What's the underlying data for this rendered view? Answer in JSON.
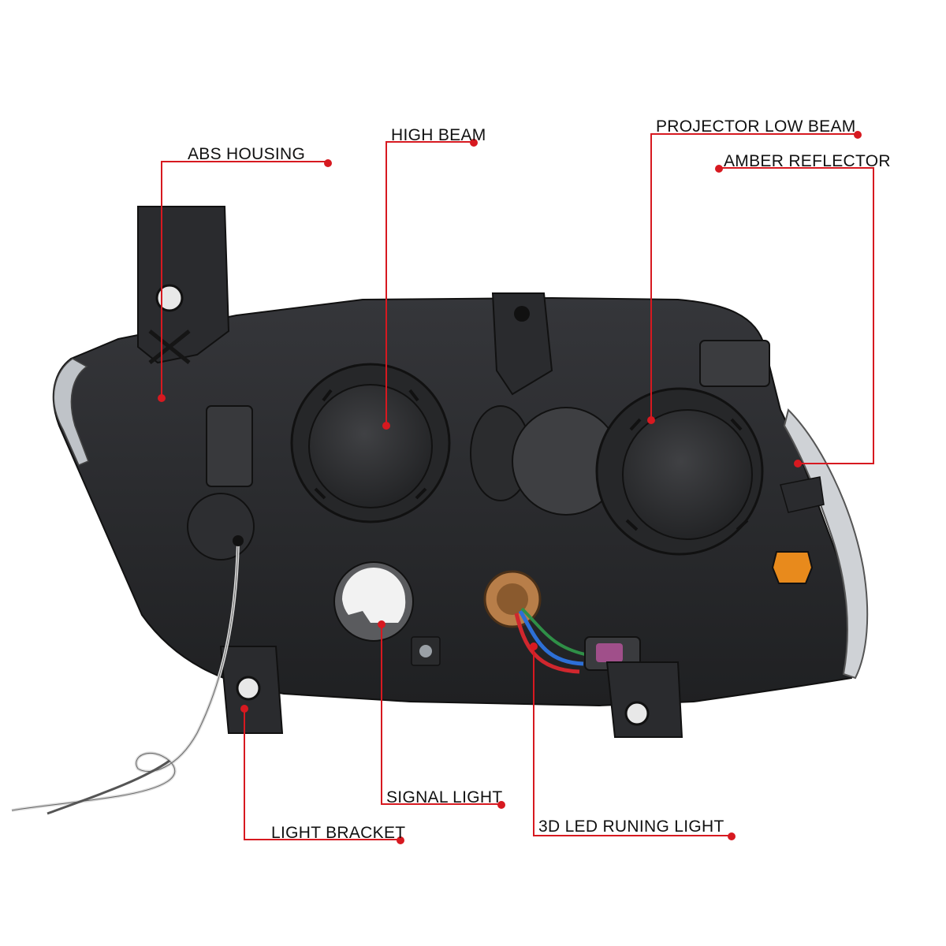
{
  "colors": {
    "callout_line": "#d71920",
    "callout_dot": "#d71920",
    "housing": "#2c2d2f",
    "housing_dark": "#1e1f21",
    "label_text": "#111111",
    "amber": "#e88a1c",
    "bulb_copper": "#b87e49"
  },
  "callouts": {
    "abs_housing": "ABS HOUSING",
    "high_beam": "HIGH  BEAM",
    "projector_low_beam": "PROJECTOR LOW BEAM",
    "amber_reflector": "AMBER REFLECTOR",
    "signal_light": "SIGNAL LIGHT",
    "light_bracket": "LIGHT BRACKET",
    "led_running_light": "3D LED RUNING LIGHT"
  }
}
